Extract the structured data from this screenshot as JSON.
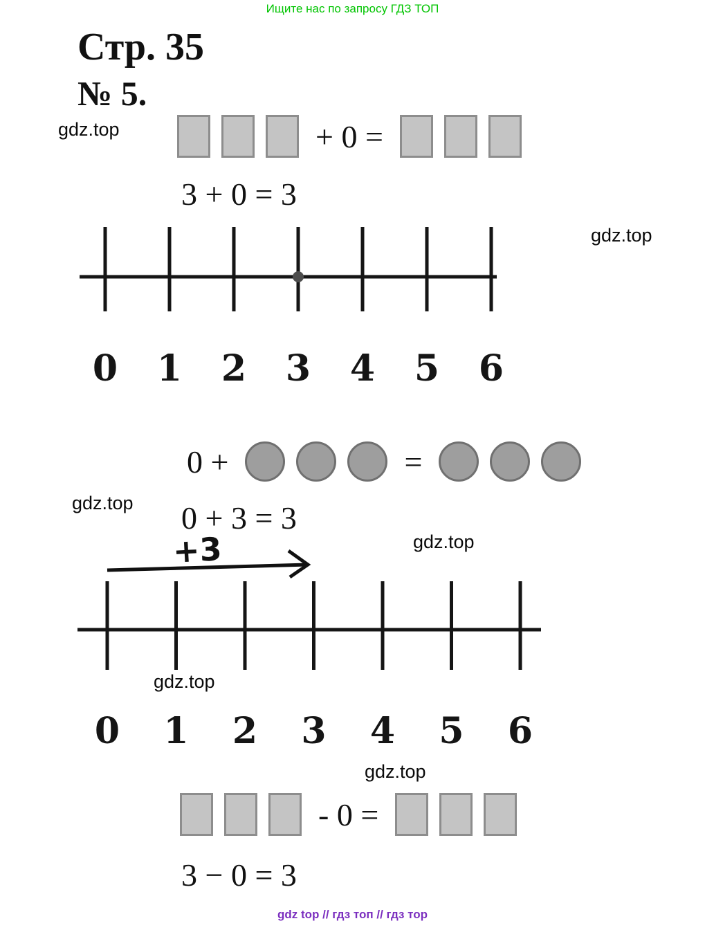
{
  "colors": {
    "banner_green": "#00c400",
    "footer_purple": "#7b2fbf",
    "shape_gray": "#c4c4c4",
    "shape_border": "#8d8d8d",
    "circle_gray": "#9e9e9e",
    "circle_border": "#707070",
    "ink": "#111111"
  },
  "page": {
    "banner": "Ищите нас по запросу ГДЗ ТОП",
    "title": "Стр. 35",
    "problem_number": "№ 5.",
    "watermark": "gdz.top",
    "footer": "gdz top  //  гдз топ  //  гдз тор"
  },
  "shape_equations": [
    {
      "id": "sq-add",
      "shape": "square",
      "prefix": "",
      "mid": "+ 0 =",
      "left_shapes": 3,
      "right_shapes": 3,
      "result": "3 + 0 = 3"
    },
    {
      "id": "circ-add",
      "shape": "circle",
      "prefix": "0 +",
      "mid": "=",
      "left_shapes": 3,
      "right_shapes": 3,
      "result": "0 + 3 = 3"
    },
    {
      "id": "sq-sub",
      "shape": "square",
      "prefix": "",
      "mid": "- 0 =",
      "left_shapes": 3,
      "right_shapes": 3,
      "result": "3 − 0 = 3"
    }
  ],
  "number_lines": [
    {
      "labels": [
        "0",
        "1",
        "2",
        "3",
        "4",
        "5",
        "6"
      ],
      "dot_at": 3
    },
    {
      "labels": [
        "0",
        "1",
        "2",
        "3",
        "4",
        "5",
        "6"
      ],
      "arrow_label": "+3",
      "arrow_span": [
        0,
        3
      ]
    }
  ]
}
